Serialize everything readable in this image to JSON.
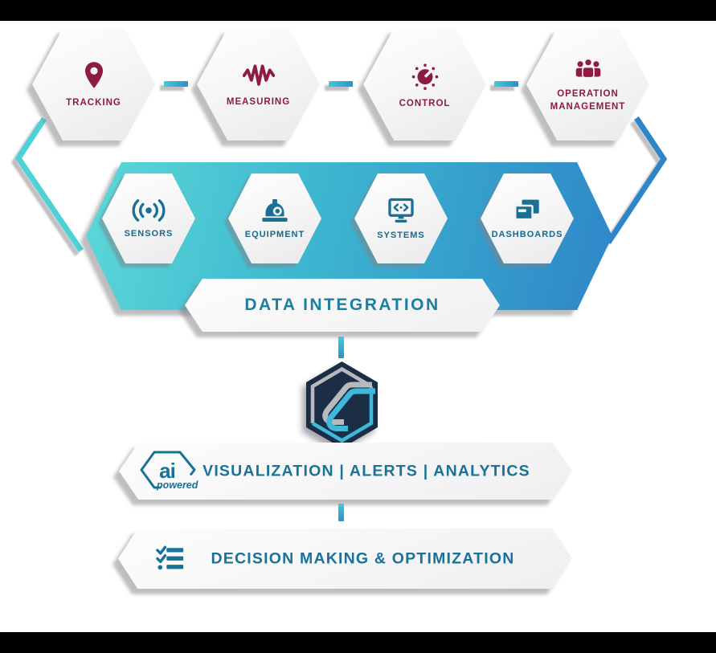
{
  "title": "industrial-data-integration-diagram",
  "top_row": {
    "items": [
      {
        "label": "TRACKING",
        "icon": "location-pin-icon"
      },
      {
        "label": "MEASURING",
        "icon": "waveform-icon"
      },
      {
        "label": "CONTROL",
        "icon": "gauge-icon"
      },
      {
        "label": "OPERATION MANAGEMENT",
        "icon": "people-group-icon"
      }
    ]
  },
  "integration_band": {
    "items": [
      {
        "label": "SENSORS",
        "icon": "broadcast-signal-icon"
      },
      {
        "label": "EQUIPMENT",
        "icon": "hard-hat-icon"
      },
      {
        "label": "SYSTEMS",
        "icon": "monitor-code-icon"
      },
      {
        "label": "DASHBOARDS",
        "icon": "windows-icon"
      }
    ],
    "banner_label": "DATA INTEGRATION"
  },
  "logo": {
    "name": "s-hexagon-logo"
  },
  "output_bars": [
    {
      "label": "VISUALIZATION | ALERTS | ANALYTICS",
      "badge": {
        "ai": "ai",
        "powered": "powered"
      },
      "icon": "ai-powered-badge"
    },
    {
      "label": "DECISION MAKING & OPTIMIZATION",
      "icon": "checklist-icon"
    }
  ],
  "colors": {
    "maroon": "#8e1c41",
    "banner_text": "#1a7fa0",
    "bar_text": "#19729a",
    "band_gradient_start": "#5cd9d8",
    "band_gradient_end": "#2e86c8",
    "bracket_left": "#4dd2d8",
    "bracket_right": "#2e86c8",
    "logo_navy": "#1c2e45",
    "logo_gray": "#b6b9bd",
    "logo_cyan": "#3fb9da"
  }
}
